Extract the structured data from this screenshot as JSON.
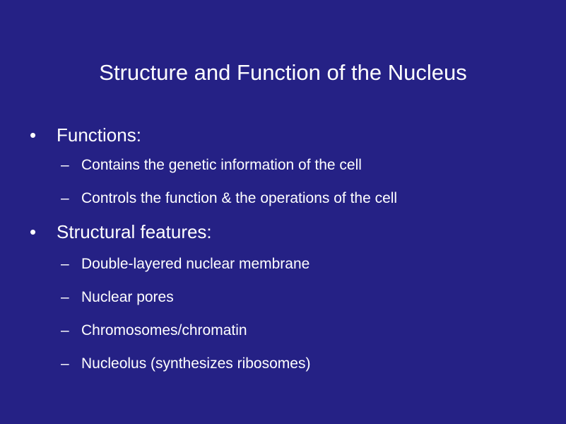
{
  "slide": {
    "background_color": "#252185",
    "text_color": "#ffffff",
    "title": "Structure and Function of the Nucleus",
    "level1_marker": "•",
    "level2_marker": "–",
    "groups": [
      {
        "heading": "Functions:",
        "items": [
          "Contains the genetic information of the cell",
          "Controls the function & the operations of the cell"
        ]
      },
      {
        "heading": "Structural features:",
        "items": [
          "Double-layered nuclear membrane",
          "Nuclear pores",
          "Chromosomes/chromatin",
          "Nucleolus (synthesizes ribosomes)"
        ]
      }
    ]
  }
}
